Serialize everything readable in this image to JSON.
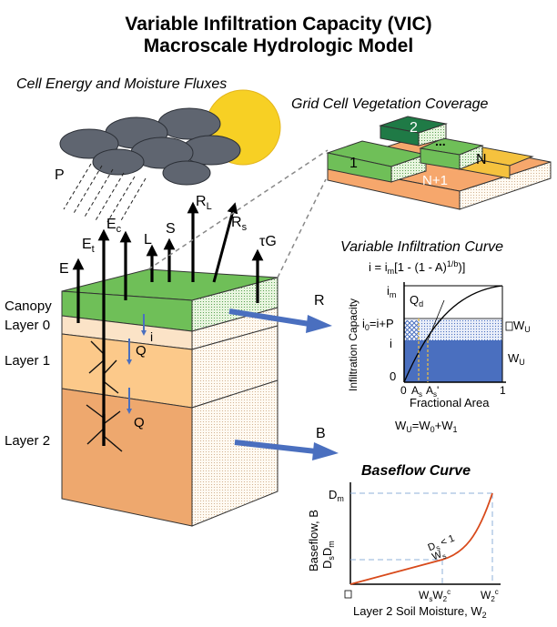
{
  "title": {
    "line1": "Variable Infiltration Capacity (VIC)",
    "line2": "Macroscale Hydrologic Model"
  },
  "fluxes": {
    "heading": "Cell Energy and Moisture Fluxes",
    "precip": "P",
    "evap": "E",
    "transpiration": "E",
    "transpiration_sub": "t",
    "canopy_evap": "E",
    "canopy_evap_sub": "c",
    "latent": "L",
    "sensible": "S",
    "longwave": "R",
    "longwave_sub": "L",
    "shortwave": "R",
    "shortwave_sub": "s",
    "ground": "τG",
    "infiltration": "i",
    "drainage1": "Q",
    "drainage2": "Q"
  },
  "layers": {
    "canopy": "Canopy",
    "layer0": "Layer 0",
    "layer1": "Layer 1",
    "layer2": "Layer 2"
  },
  "runoff": {
    "runoff": "R",
    "baseflow": "B"
  },
  "vegetation": {
    "heading": "Grid Cell Vegetation Coverage",
    "tile1": "1",
    "tile2": "2",
    "tile_dots": "...",
    "tileN": "N",
    "tileN1": "N+1"
  },
  "infiltration_curve": {
    "heading": "Variable Infiltration Curve",
    "equation": {
      "lhs": "i = i",
      "sub_m": "m",
      "mid": "[1 - (1 - A)",
      "sup": "1/b",
      "end": ")]"
    },
    "ylabel": "Infiltration Capacity",
    "xlabel": "Fractional Area",
    "im": "i",
    "im_sub": "m",
    "i0": "i",
    "i0_sub": "0",
    "i0_rest": "=i+P",
    "i": "i",
    "zero": "0",
    "one": "1",
    "As": "A",
    "As_sub": "s",
    "As2": "A",
    "As2_sub": "s",
    "As2_prime": "'",
    "Qd": "Q",
    "Qd_sub": "d",
    "wu_upper": "W",
    "wu_upper_sub": "U",
    "wu_lower": "W",
    "wu_lower_sub": "U",
    "balance": {
      "w": "W",
      "u": "U",
      "eq": "=W",
      "zero": "0",
      "plus": "+W",
      "one": "1"
    }
  },
  "baseflow_curve": {
    "heading": "Baseflow Curve",
    "ylabel": "Baseflow, B",
    "xlabel": "Layer 2 Soil Moisture, W",
    "xlabel_sub": "2",
    "Dm": "D",
    "Dm_sub": "m",
    "DsDm": "D",
    "DsDm_sub1": "s",
    "DsDm_mid": "D",
    "DsDm_sub2": "m",
    "slope": "D",
    "slope_sub": "s",
    "slope_lt": " < 1",
    "slope_den": "W",
    "slope_den_sub": "s",
    "WsW2c": "W",
    "WsW2c_sub": "s",
    "WsW2c_mid": "W",
    "WsW2c_sub2": "2",
    "WsW2c_sup": "c",
    "W2c": "W",
    "W2c_sub": "2",
    "W2c_sup": "c"
  },
  "colors": {
    "canopy": "#6fbf58",
    "layer0": "#fbe3c7",
    "layer1": "#fcc98a",
    "layer2": "#eea86e",
    "arrow": "#4a6fbf",
    "sun": "#f7d024",
    "cloud": "#5f6570",
    "curve": "#d84a1b",
    "tile_dark": "#1f7a46",
    "tile_yellow": "#f5c23e",
    "tile_base": "#f6a76c"
  }
}
